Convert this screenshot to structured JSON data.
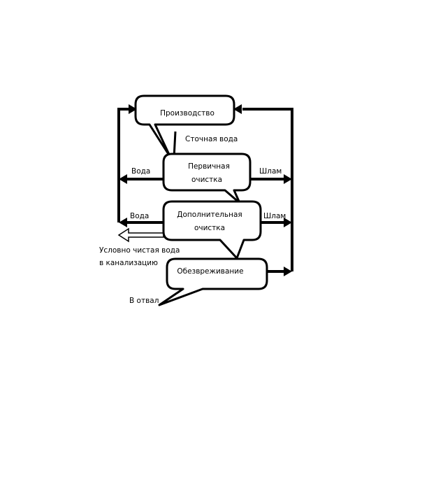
{
  "nodes": {
    "production": {
      "label": "Производство"
    },
    "primary": {
      "line1": "Первичная",
      "line2": "очистка"
    },
    "additional": {
      "line1": "Дополнительная",
      "line2": "очистка"
    },
    "neutralization": {
      "label": "Обезвреживание"
    }
  },
  "edges": {
    "wastewater": "Сточная вода",
    "water_primary": "Вода",
    "sludge_primary": "Шлам",
    "water_additional": "Вода",
    "sludge_additional": "Шлам",
    "clean_water_line1": "Условно чистая вода",
    "clean_water_line2": "в канализацию",
    "dump": "В отвал"
  }
}
